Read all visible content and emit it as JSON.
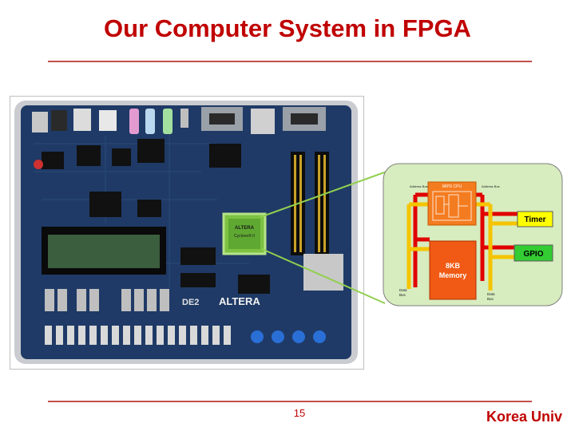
{
  "slide": {
    "title": "Our Computer System in FPGA",
    "page_number": "15",
    "brand": "Korea Univ"
  },
  "board": {
    "silk_label": "DE2",
    "logo_text": "ALTERA",
    "chip_brand": "ALTERA",
    "chip_model": "Cyclone® II"
  },
  "block_diagram": {
    "cpu_label": "MIPS CPU",
    "address_bus_left": "Address Bus",
    "address_bus_right": "Address Bus",
    "data_bus_left_line1": "Data",
    "data_bus_left_line2": "Bus",
    "data_bus_right_line1": "Data",
    "data_bus_right_line2": "Bus",
    "memory_line1": "8KB",
    "memory_line2": "Memory",
    "timer_label": "Timer",
    "gpio_label": "GPIO"
  },
  "colors": {
    "title": "#c00000",
    "rule": "#c0504d",
    "panel_fill": "#d7ecbf",
    "panel_border": "#7f7f7f",
    "address_bus": "#e00000",
    "data_bus": "#f5c400",
    "cpu_fill": "#f47c20",
    "memory_fill": "#f05a14",
    "timer_fill": "#ffff00",
    "gpio_fill": "#33cc33",
    "board_pcb": "#1f3a66",
    "connector_line": "#92d050"
  }
}
